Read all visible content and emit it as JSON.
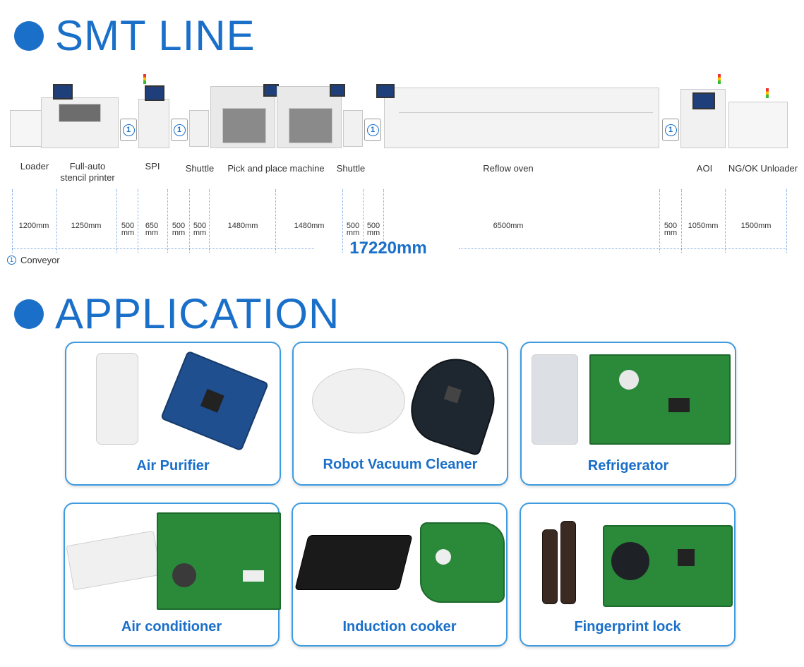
{
  "smt": {
    "title": "SMT LINE",
    "labels": {
      "loader": "Loader",
      "printer_l1": "Full-auto",
      "printer_l2": "stencil printer",
      "spi": "SPI",
      "shuttle1": "Shuttle",
      "pick": "Pick and place machine",
      "shuttle2": "Shuttle",
      "reflow": "Reflow oven",
      "aoi": "AOI",
      "unloader": "NG/OK Unloader"
    },
    "dims": [
      "1200mm",
      "1250mm",
      "500 mm",
      "650 mm",
      "500 mm",
      "500 mm",
      "1480mm",
      "1480mm",
      "500 mm",
      "500 mm",
      "6500mm",
      "500 mm",
      "1050mm",
      "1500mm"
    ],
    "total": "17220mm",
    "conveyor_symbol": "1",
    "conveyor_label": "Conveyor"
  },
  "application": {
    "title": "APPLICATION",
    "items": [
      {
        "label": "Air Purifier"
      },
      {
        "label": "Robot Vacuum Cleaner"
      },
      {
        "label": "Refrigerator"
      },
      {
        "label": "Air conditioner"
      },
      {
        "label": "Induction cooker"
      },
      {
        "label": "Fingerprint lock"
      }
    ]
  },
  "colors": {
    "accent": "#1a6fc9",
    "card_border": "#3e9be0"
  }
}
